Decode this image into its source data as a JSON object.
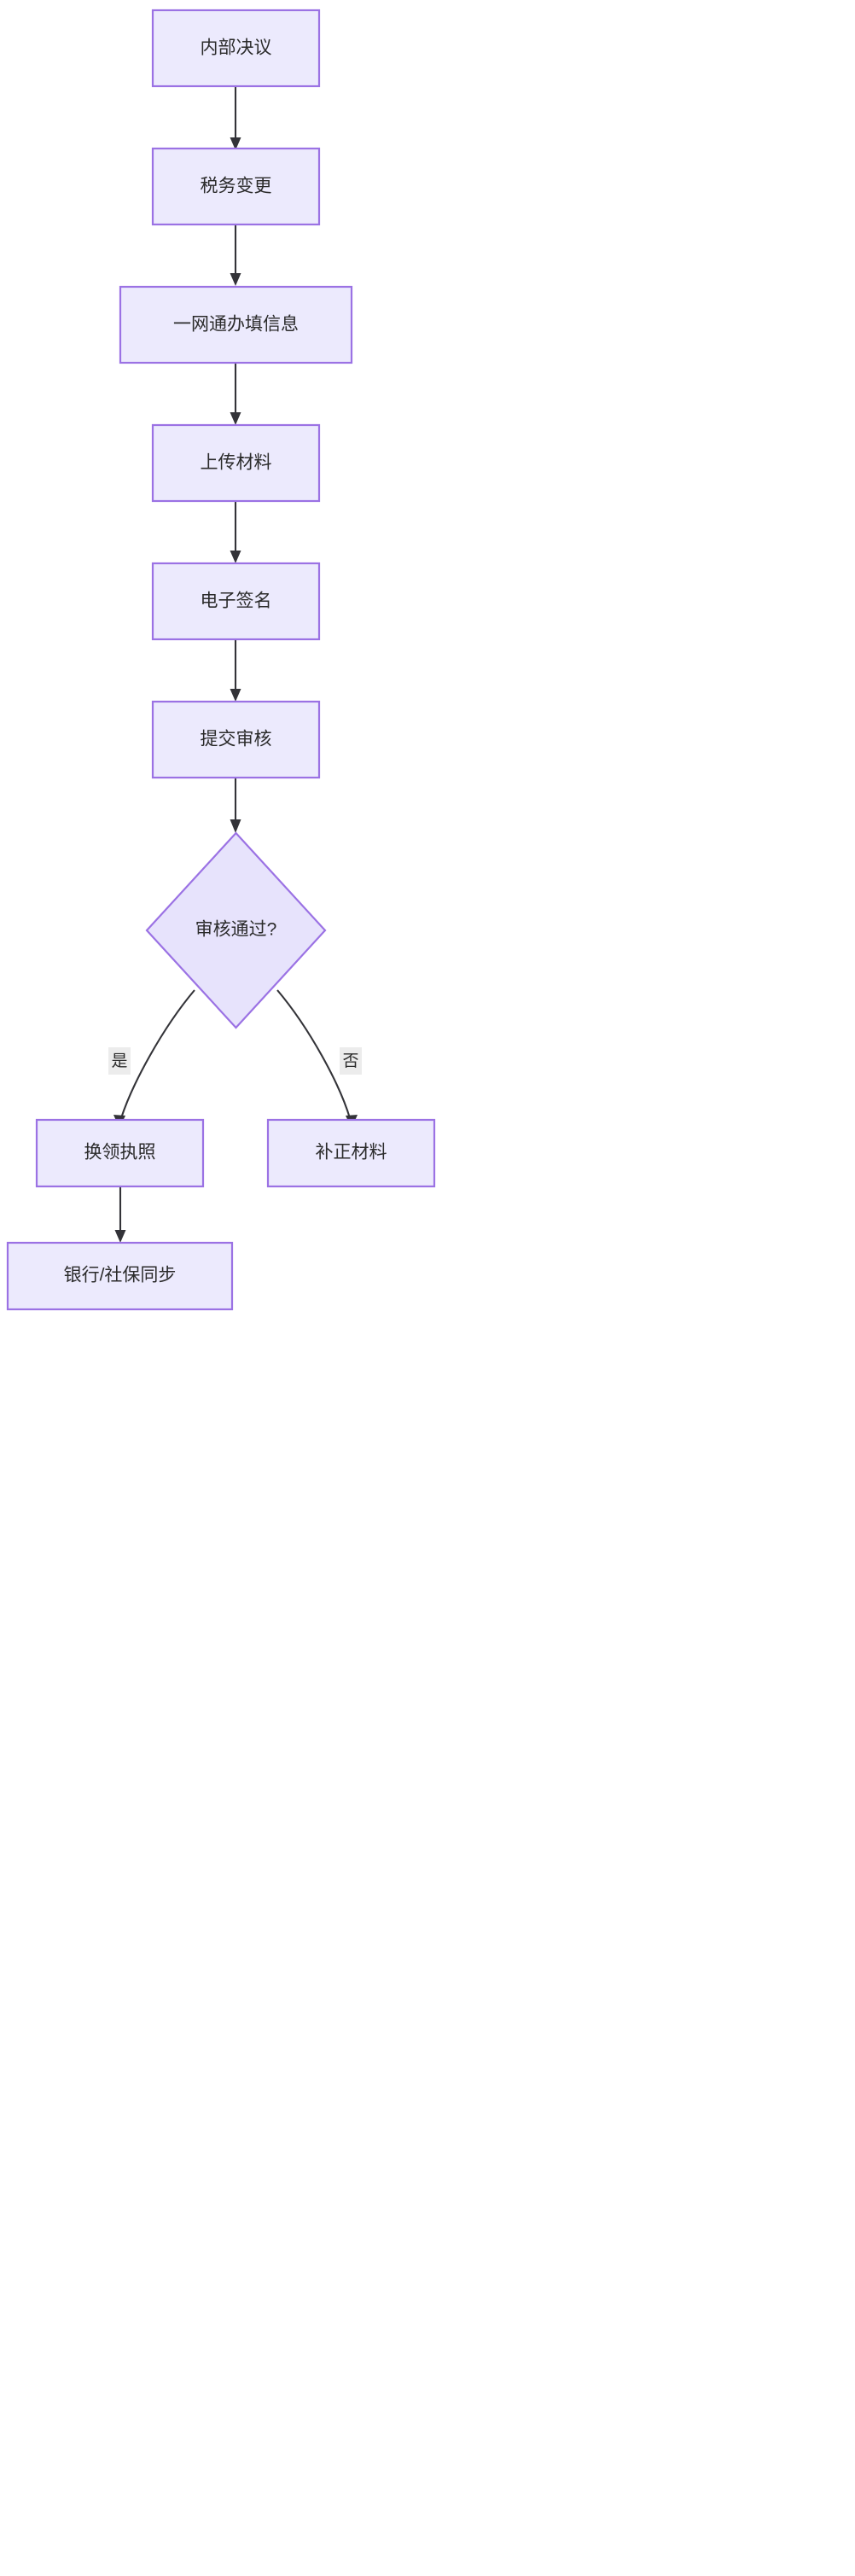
{
  "diagram": {
    "type": "flowchart",
    "direction": "top-to-bottom",
    "title": "",
    "theme": {
      "node_fill": "#ECEAFD",
      "node_stroke": "#9B72E4",
      "decision_fill": "#E7E3FC",
      "edge_color": "#333338",
      "text_color": "#2B2B2B",
      "edge_label_bg": "#ECECEC",
      "background": "#FFFFFF"
    },
    "nodes": [
      {
        "id": "n1",
        "label": "内部决议",
        "shape": "rect"
      },
      {
        "id": "n2",
        "label": "税务变更",
        "shape": "rect"
      },
      {
        "id": "n3",
        "label": "一网通办填信息",
        "shape": "rect"
      },
      {
        "id": "n4",
        "label": "上传材料",
        "shape": "rect"
      },
      {
        "id": "n5",
        "label": "电子签名",
        "shape": "rect"
      },
      {
        "id": "n6",
        "label": "提交审核",
        "shape": "rect"
      },
      {
        "id": "d1",
        "label": "审核通过?",
        "shape": "diamond"
      },
      {
        "id": "n7",
        "label": "换领执照",
        "shape": "rect"
      },
      {
        "id": "n8",
        "label": "补正材料",
        "shape": "rect"
      },
      {
        "id": "n9",
        "label": "银行/社保同步",
        "shape": "rect"
      }
    ],
    "edges": [
      {
        "from": "n1",
        "to": "n2",
        "label": ""
      },
      {
        "from": "n2",
        "to": "n3",
        "label": ""
      },
      {
        "from": "n3",
        "to": "n4",
        "label": ""
      },
      {
        "from": "n4",
        "to": "n5",
        "label": ""
      },
      {
        "from": "n5",
        "to": "n6",
        "label": ""
      },
      {
        "from": "n6",
        "to": "d1",
        "label": ""
      },
      {
        "from": "d1",
        "to": "n7",
        "label": "是"
      },
      {
        "from": "d1",
        "to": "n8",
        "label": "否"
      },
      {
        "from": "n7",
        "to": "n9",
        "label": ""
      }
    ]
  }
}
